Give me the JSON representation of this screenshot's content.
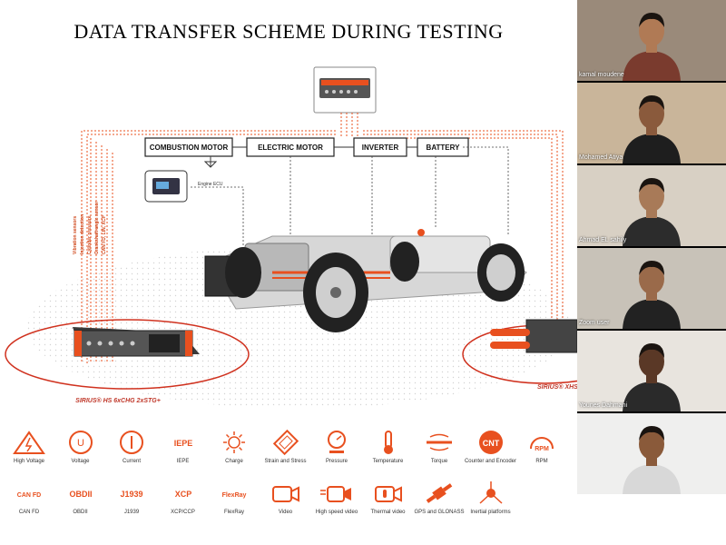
{
  "slide": {
    "title": "DATA TRANSFER SCHEME DURING TESTING",
    "scheme": {
      "boxes": {
        "combustion_motor": "COMBUSTION MOTOR",
        "electric_motor": "ELECTRIC MOTOR",
        "inverter": "INVERTER",
        "battery": "BATTERY"
      },
      "engine_ecu": "Engine ECU",
      "vertical_labels": [
        "Vibration sensors",
        "Injection detection",
        "Cylinder pressure",
        "Crankshaft angle sensor",
        "CAN FD, LIN, XCP"
      ],
      "device_left": "SIRIUS® HS 6xCHG 2xSTG+",
      "device_right": "SIRIUS® XHS"
    },
    "sensors_row1": [
      {
        "label": "High Voltage",
        "icon": "high-voltage-icon"
      },
      {
        "label": "Voltage",
        "icon": "voltage-icon"
      },
      {
        "label": "Current",
        "icon": "current-icon"
      },
      {
        "label": "IEPE",
        "icon": "iepe-icon",
        "glyph": "IEPE"
      },
      {
        "label": "Charge",
        "icon": "charge-icon"
      },
      {
        "label": "Strain and Stress",
        "icon": "strain-icon"
      },
      {
        "label": "Pressure",
        "icon": "pressure-icon"
      },
      {
        "label": "Temperature",
        "icon": "temperature-icon"
      },
      {
        "label": "Torque",
        "icon": "torque-icon"
      },
      {
        "label": "Counter and Encoder",
        "icon": "counter-icon",
        "glyph": "CNT"
      },
      {
        "label": "RPM",
        "icon": "rpm-icon",
        "glyph": "RPM"
      }
    ],
    "sensors_row2": [
      {
        "label": "CAN FD",
        "icon": "can-fd-icon",
        "glyph": "CAN FD"
      },
      {
        "label": "OBDII",
        "icon": "obdii-icon",
        "glyph": "OBDII"
      },
      {
        "label": "J1939",
        "icon": "j1939-icon",
        "glyph": "J1939"
      },
      {
        "label": "XCP/CCP",
        "icon": "xcp-icon",
        "glyph": "XCP"
      },
      {
        "label": "FlexRay",
        "icon": "flexray-icon",
        "glyph": "FlexRay"
      },
      {
        "label": "Video",
        "icon": "video-icon"
      },
      {
        "label": "High speed video",
        "icon": "high-speed-video-icon"
      },
      {
        "label": "Thermal video",
        "icon": "thermal-video-icon"
      },
      {
        "label": "GPS and GLONASS",
        "icon": "gps-icon"
      },
      {
        "label": "Inertial platforms",
        "icon": "inertial-icon"
      }
    ]
  },
  "participants": [
    {
      "name": "kamal moudene",
      "bg": "#9a8a7a",
      "skin": "#b07a55",
      "shirt": "#7a3b2e"
    },
    {
      "name": "Mohamed Atiya",
      "bg": "#c9b59a",
      "skin": "#8a5a3c",
      "shirt": "#1e1e1e"
    },
    {
      "name": "Ahmad EL sahily",
      "bg": "#d8d0c4",
      "skin": "#a87a58",
      "shirt": "#2c2c2c"
    },
    {
      "name": "Zoom user",
      "bg": "#c8c2b8",
      "skin": "#9a6a4a",
      "shirt": "#222222"
    },
    {
      "name": "Younes Dahmani",
      "bg": "#e8e4de",
      "skin": "#5a3826",
      "shirt": "#2a2a2a"
    },
    {
      "name": "",
      "bg": "#efefee",
      "skin": "#8a5a3a",
      "shirt": "#d8d8d8"
    }
  ],
  "accent": "#e8501f"
}
